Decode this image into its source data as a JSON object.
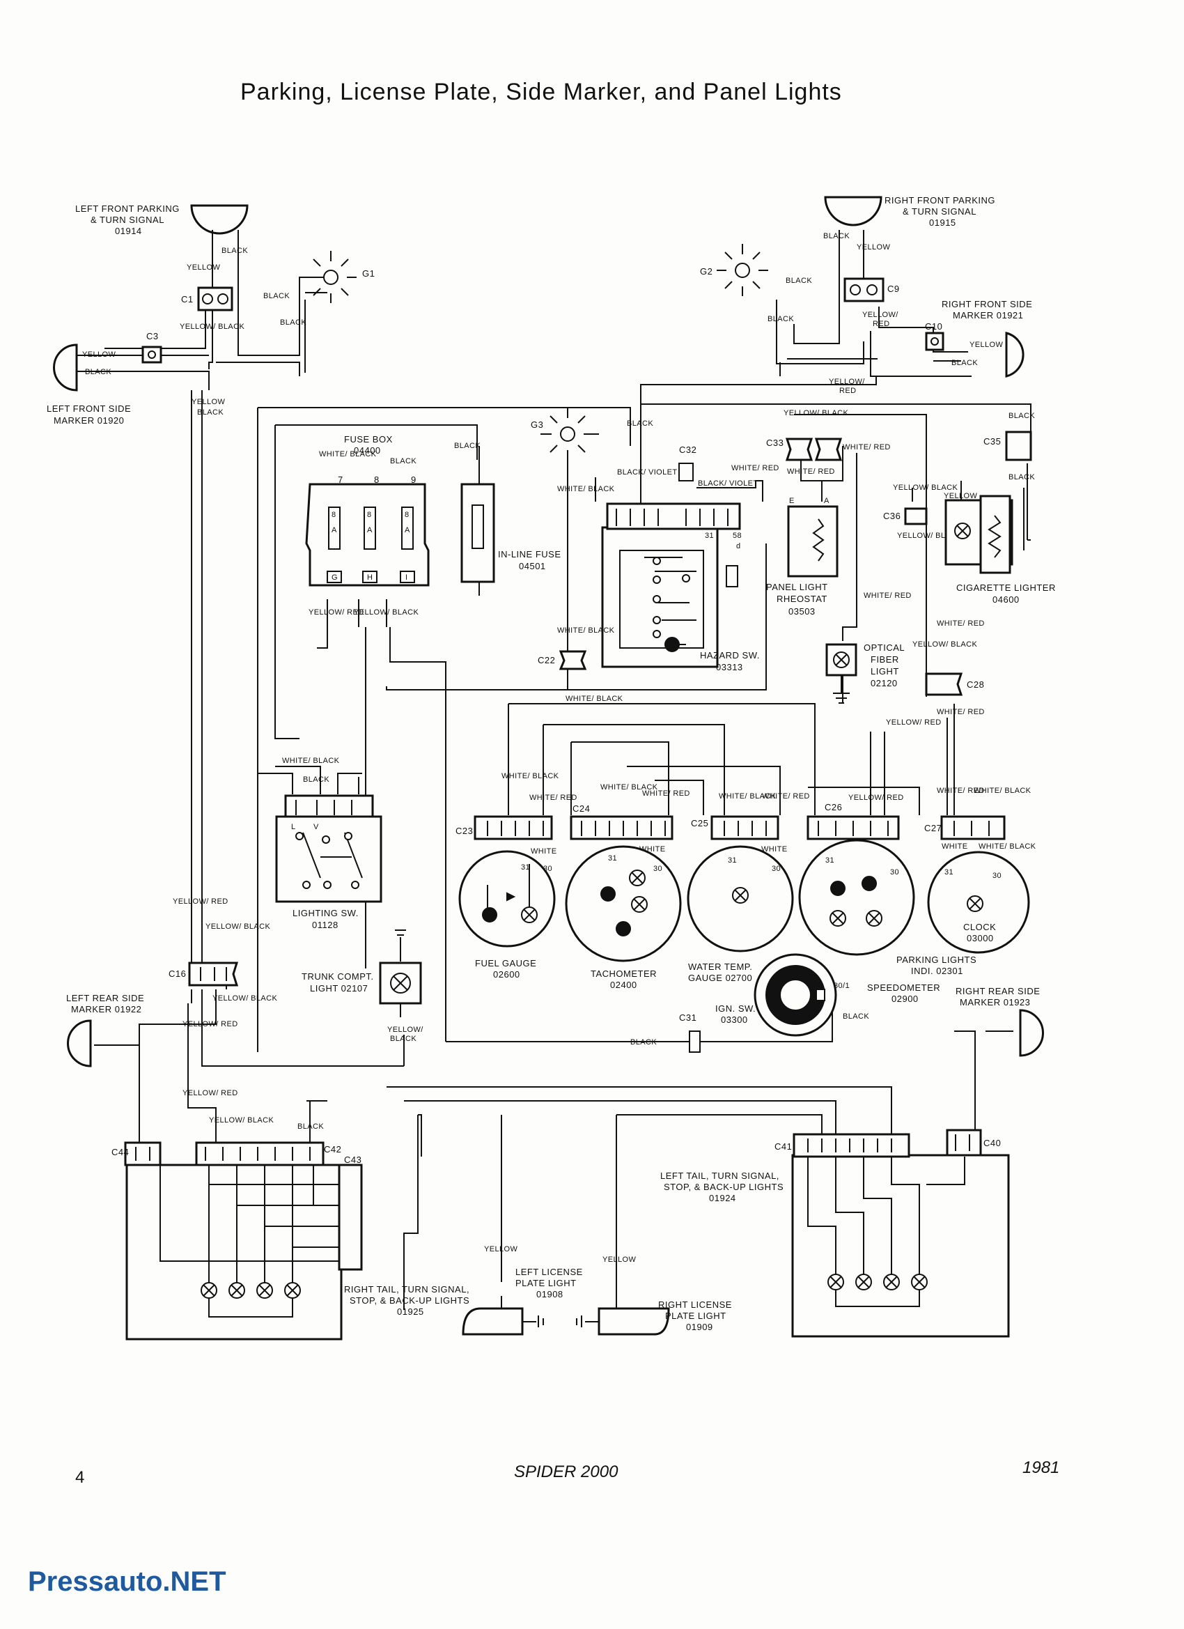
{
  "title": "Parking, License Plate, Side Marker, and Panel Lights",
  "footer": {
    "page_number": "4",
    "model": "SPIDER 2000",
    "year": "1981"
  },
  "watermark": "Pressauto.NET",
  "components": {
    "left_front_parking": [
      "LEFT FRONT PARKING",
      "& TURN SIGNAL",
      "01914"
    ],
    "right_front_parking": [
      "RIGHT FRONT PARKING",
      "& TURN SIGNAL",
      "01915"
    ],
    "left_front_side_marker": [
      "LEFT FRONT SIDE",
      "MARKER 01920"
    ],
    "right_front_side_marker": [
      "RIGHT FRONT SIDE",
      "MARKER 01921"
    ],
    "fuse_box": [
      "FUSE BOX",
      "04400"
    ],
    "in_line_fuse": [
      "IN-LINE FUSE",
      "04501"
    ],
    "hazard_sw": [
      "HAZARD SW.",
      "03313"
    ],
    "panel_light_rheostat": [
      "PANEL LIGHT",
      "RHEOSTAT",
      "03503"
    ],
    "cigarette_lighter": [
      "CIGARETTE LIGHTER",
      "04600"
    ],
    "optical_fiber_light": [
      "OPTICAL",
      "FIBER",
      "LIGHT",
      "02120"
    ],
    "lighting_sw": [
      "LIGHTING SW.",
      "01128"
    ],
    "trunk_compt_light": [
      "TRUNK COMPT.",
      "LIGHT 02107"
    ],
    "fuel_gauge": [
      "FUEL GAUGE",
      "02600"
    ],
    "tachometer": [
      "TACHOMETER",
      "02400"
    ],
    "water_temp_gauge": [
      "WATER TEMP.",
      "GAUGE 02700"
    ],
    "speedometer": [
      "SPEEDOMETER",
      "02900"
    ],
    "clock": [
      "CLOCK",
      "03000"
    ],
    "parking_lights_indi": [
      "PARKING LIGHTS",
      "INDI. 02301"
    ],
    "ign_sw": [
      "IGN. SW.",
      "03300"
    ],
    "left_rear_side_marker": [
      "LEFT REAR SIDE",
      "MARKER 01922"
    ],
    "right_rear_side_marker": [
      "RIGHT REAR SIDE",
      "MARKER 01923"
    ],
    "left_tail": [
      "LEFT TAIL, TURN SIGNAL,",
      "STOP, & BACK-UP LIGHTS",
      "01924"
    ],
    "right_tail": [
      "RIGHT TAIL, TURN SIGNAL,",
      "STOP, & BACK-UP LIGHTS",
      "01925"
    ],
    "left_license": [
      "LEFT LICENSE",
      "PLATE LIGHT",
      "01908"
    ],
    "right_license": [
      "RIGHT LICENSE",
      "PLATE LIGHT",
      "01909"
    ]
  },
  "connectors": {
    "c1": "C1",
    "c3": "C3",
    "c9": "C9",
    "c10": "C10",
    "c16": "C16",
    "c22": "C22",
    "c23": "C23",
    "c24": "C24",
    "c25": "C25",
    "c26": "C26",
    "c27": "C27",
    "c28": "C28",
    "c31": "C31",
    "c32": "C32",
    "c33": "C33",
    "c35": "C35",
    "c36": "C36",
    "c40": "C40",
    "c41": "C41",
    "c42": "C42",
    "c43": "C43",
    "c44": "C44",
    "g1": "G1",
    "g2": "G2",
    "g3": "G3"
  },
  "terminals": {
    "fuse7": "7",
    "fuse8": "8",
    "fuse9": "9",
    "fuse_a": "A",
    "fuse_g": "G",
    "fuse_h": "H",
    "fuse_i": "I",
    "t31": "31",
    "t58": "58",
    "td": "d",
    "t30": "30",
    "t30_1": "30/1",
    "tE": "E",
    "tA": "A",
    "tL": "L",
    "tV": "V"
  },
  "wires": {
    "black": "BLACK",
    "yellow": "YELLOW",
    "white": "WHITE",
    "yellow_black": "YELLOW/ BLACK",
    "yellow_red": "YELLOW/ RED",
    "white_black": "WHITE/ BLACK",
    "white_red": "WHITE/ RED",
    "black_violet": "BLACK/ VIOLET",
    "yellow_slash": "YELLOW/"
  },
  "colors": {
    "ink": "#111111",
    "paper": "#fdfdfb",
    "watermark": "#1f5a9e"
  }
}
